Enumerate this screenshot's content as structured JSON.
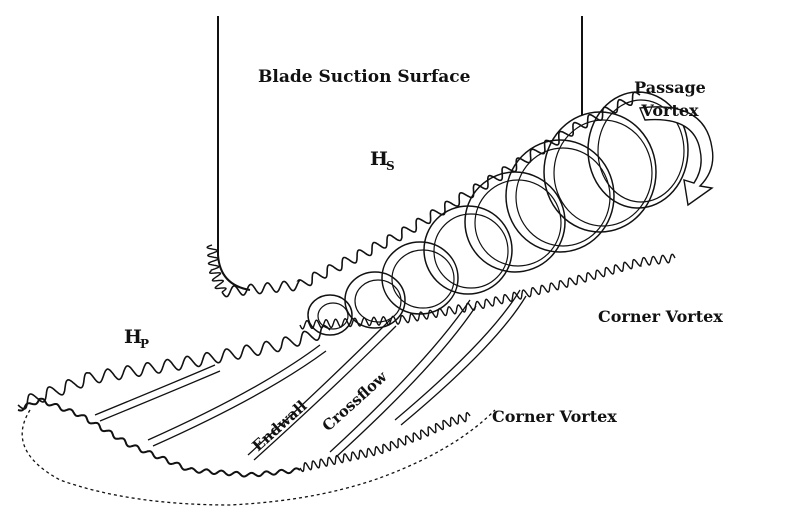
{
  "labels": {
    "blade_suction_surface": "Blade Suction Surface",
    "passage_vortex_line1": "Passage",
    "passage_vortex_line2": "Vortex",
    "hs_main": "H",
    "hs_sub": "S",
    "hp_main": "H",
    "hp_sub": "P",
    "corner_vortex_upper": "Corner Vortex",
    "corner_vortex_lower": "Corner Vortex",
    "endwall": "Endwall",
    "crossflow": "Crossflow"
  },
  "colors": {
    "ink": "#111111",
    "background": "#ffffff"
  }
}
